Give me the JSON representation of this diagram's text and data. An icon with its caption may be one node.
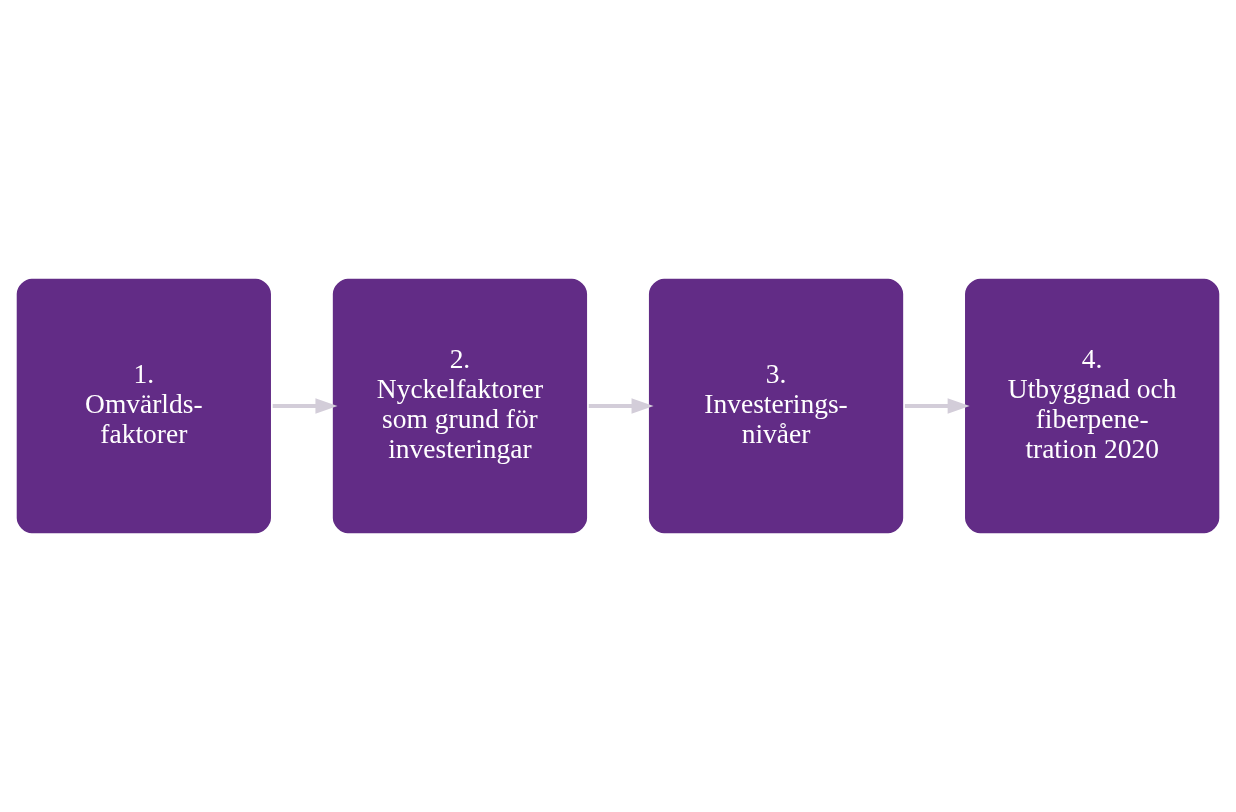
{
  "diagram": {
    "nodes": [
      {
        "text": [
          "1.",
          "Omvärlds- faktorer"
        ]
      },
      {
        "text": [
          "2.",
          "Nyckelfaktorer som grund för investeringar"
        ]
      },
      {
        "text": [
          "3.",
          "Investerings- nivåer"
        ]
      },
      {
        "text": [
          "4.",
          "Utbyggnad och fiberpene- tration 2020"
        ]
      }
    ],
    "edges": [
      {
        "from": 0,
        "to": 1,
        "arrow": "to",
        "color": "#d3cdd9"
      },
      {
        "from": 1,
        "to": 2,
        "arrow": "to",
        "color": "#d3cdd9"
      },
      {
        "from": 2,
        "to": 3,
        "arrow": "to",
        "color": "#d3cdd9"
      }
    ]
  }
}
